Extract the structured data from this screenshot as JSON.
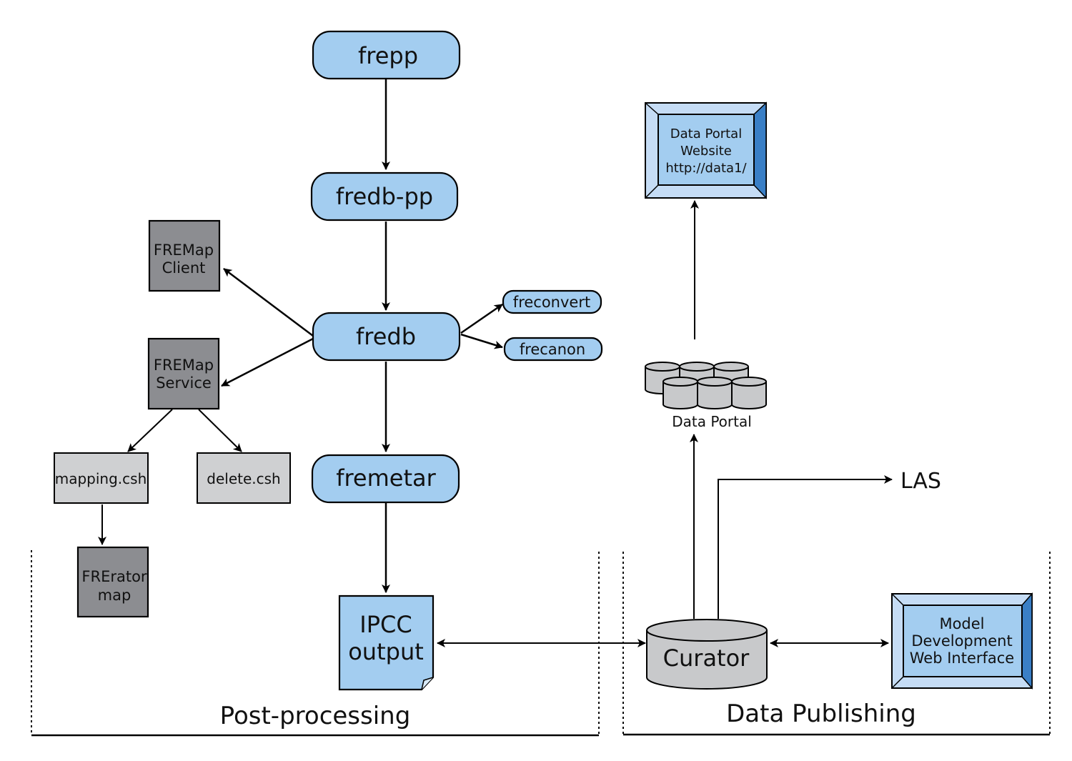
{
  "nodes": {
    "frepp": "frepp",
    "fredb_pp": "fredb-pp",
    "fredb": "fredb",
    "fremetar": "fremetar",
    "freconvert": "freconvert",
    "frecanon": "frecanon",
    "fremap_client": [
      "FREMap",
      "Client"
    ],
    "fremap_service": [
      "FREMap",
      "Service"
    ],
    "mapping_csh": "mapping.csh",
    "delete_csh": "delete.csh",
    "frerator_map": [
      "FRErator",
      "map"
    ],
    "ipcc_output": [
      "IPCC",
      "output"
    ],
    "curator": "Curator",
    "data_portal": "Data Portal",
    "data_portal_website": [
      "Data Portal",
      "Website",
      "http://data1/"
    ],
    "model_dev_interface": [
      "Model",
      "Development",
      "Web Interface"
    ],
    "las": "LAS"
  },
  "sections": {
    "post_processing": "Post-processing",
    "data_publishing": "Data Publishing"
  },
  "colors": {
    "process_fill": "#a3cdf0",
    "service_fill": "#8c8d91",
    "script_fill": "#cfd0d2",
    "monitor_outer": "#c5dcf5",
    "monitor_side": "#3a7fc6",
    "storage_fill": "#c8c9cb"
  }
}
